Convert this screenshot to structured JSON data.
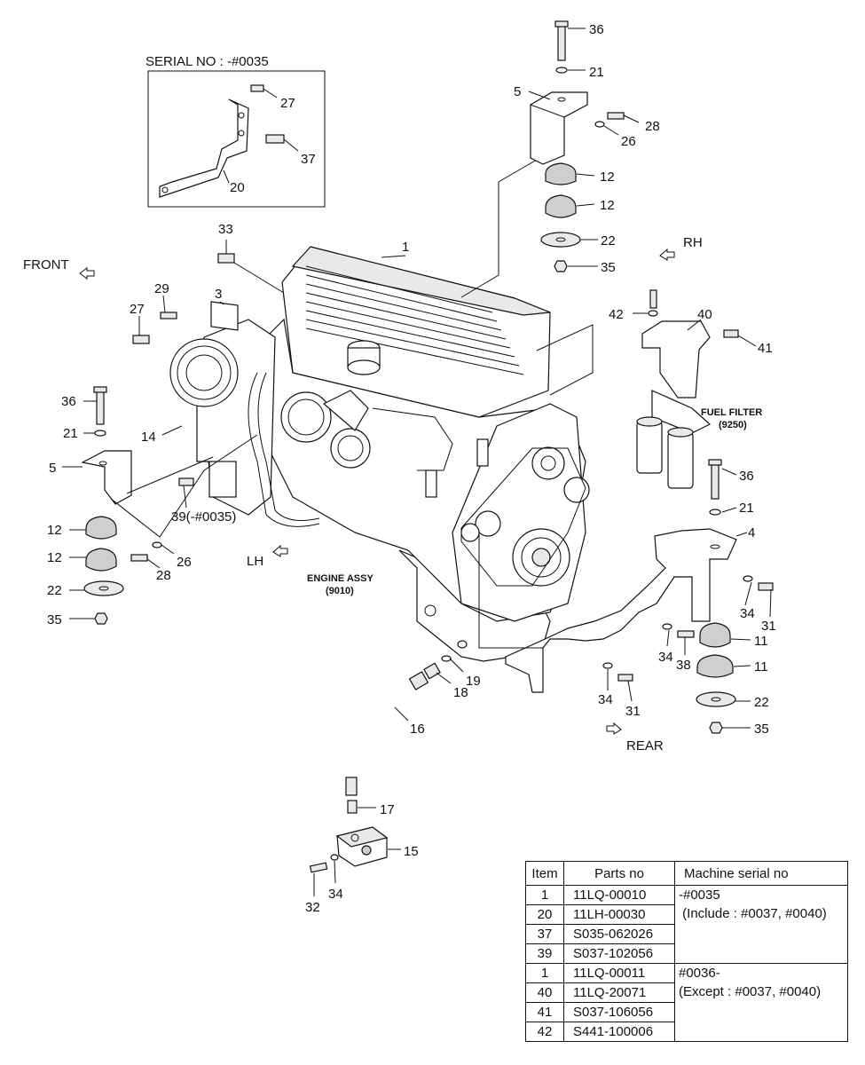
{
  "inset": {
    "title": "SERIAL NO : -#0035",
    "callouts": [
      "27",
      "37",
      "20"
    ]
  },
  "directions": {
    "front": "FRONT",
    "rh": "RH",
    "lh": "LH",
    "rear": "REAR"
  },
  "assemblies": {
    "engine": {
      "name": "ENGINE ASSY",
      "code": "(9010)"
    },
    "fuel_filter": {
      "name": "FUEL FILTER",
      "code": "(9250)"
    }
  },
  "callouts": {
    "top_right_mount": [
      "36",
      "21",
      "5",
      "28",
      "26",
      "12",
      "12",
      "22",
      "35"
    ],
    "engine": "1",
    "filter_bracket": [
      "42",
      "40",
      "41"
    ],
    "left_mount": [
      "33",
      "29",
      "3",
      "27",
      "36",
      "21",
      "14",
      "5",
      "39(-#0035)",
      "12",
      "12",
      "28",
      "26",
      "22",
      "35"
    ],
    "right_mount": [
      "36",
      "21",
      "4",
      "34",
      "31",
      "11",
      "34",
      "38",
      "11",
      "22",
      "35",
      "34",
      "31"
    ],
    "drain": [
      "19",
      "18",
      "16",
      "17",
      "15",
      "34",
      "32"
    ]
  },
  "table": {
    "headers": [
      "Item",
      "Parts no",
      "Machine serial no"
    ],
    "rows": [
      {
        "item": "1",
        "part": "11LQ-00010"
      },
      {
        "item": "20",
        "part": "11LH-00030"
      },
      {
        "item": "37",
        "part": "S035-062026"
      },
      {
        "item": "39",
        "part": "S037-102056"
      },
      {
        "item": "1",
        "part": "11LQ-00011"
      },
      {
        "item": "40",
        "part": "11LQ-20071"
      },
      {
        "item": "41",
        "part": "S037-106056"
      },
      {
        "item": "42",
        "part": "S441-100006"
      }
    ],
    "groups": [
      {
        "lines": [
          "-#0035",
          " (Include : #0037, #0040)"
        ]
      },
      {
        "lines": [
          "#0036-",
          "(Except : #0037, #0040)"
        ]
      }
    ]
  }
}
